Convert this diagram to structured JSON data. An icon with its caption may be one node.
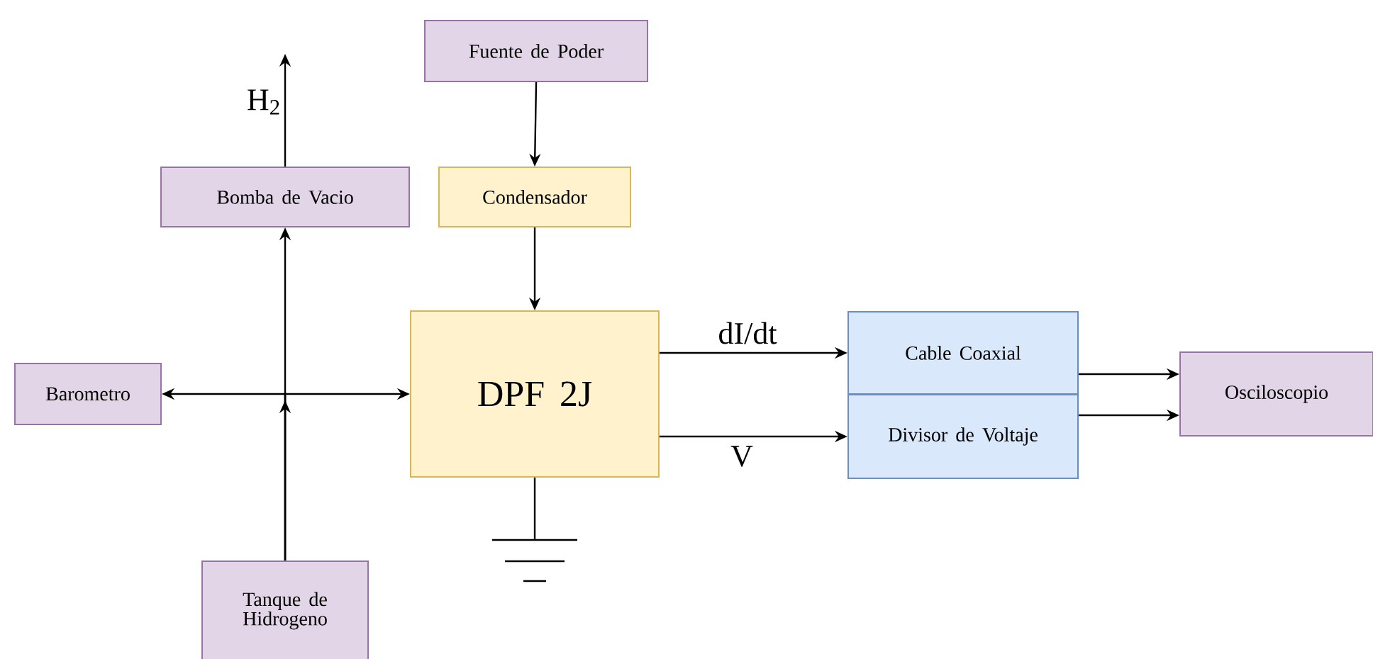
{
  "diagram": {
    "nodes": [
      {
        "text": [
          "Fuente de Poder"
        ]
      },
      {
        "text": [
          "Bomba de Vacio"
        ]
      },
      {
        "text": [
          "Condensador"
        ]
      },
      {
        "text": [
          "DPF 2J"
        ]
      },
      {
        "text": [
          "Barometro"
        ]
      },
      {
        "text": [
          "Cable Coaxial"
        ]
      },
      {
        "text": [
          "Divisor de Voltaje"
        ]
      },
      {
        "text": [
          "Osciloscopio"
        ]
      },
      {
        "text": [
          "Tanque de Hidrogeno"
        ]
      },
      {
        "text": [],
        "shape": "ground"
      }
    ],
    "edges": [
      {
        "from": 0,
        "to": 2,
        "arrow": "to"
      },
      {
        "from": 2,
        "to": 3,
        "arrow": "to"
      },
      {
        "from": 3,
        "to": 5,
        "arrow": "to",
        "label": "dI/dt"
      },
      {
        "from": 3,
        "to": 6,
        "arrow": "to",
        "label": "V"
      },
      {
        "from": 5,
        "to": 7,
        "arrow": "to"
      },
      {
        "from": 6,
        "to": 7,
        "arrow": "to"
      },
      {
        "from": 8,
        "to": 1,
        "arrow": "to"
      },
      {
        "from": 8,
        "to": 4,
        "arrow": "to"
      },
      {
        "from": 8,
        "to": 3,
        "arrow": "to"
      },
      {
        "from": 1,
        "to": null,
        "arrow": "to",
        "label": "H$_{2}$"
      },
      {
        "from": 3,
        "to": 9,
        "arrow": "none"
      }
    ]
  }
}
